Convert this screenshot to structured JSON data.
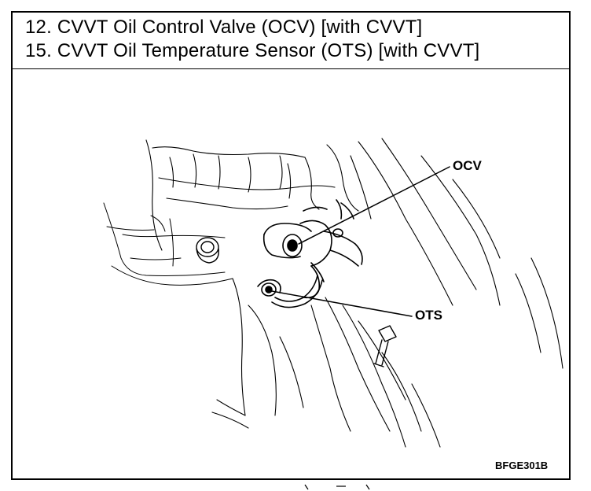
{
  "header": {
    "line_1": "12.  CVVT Oil Control Valve (OCV) [with CVVT]",
    "line_2": "15.  CVVT Oil Temperature Sensor (OTS) [with CVVT]"
  },
  "diagram": {
    "callout_ocv": "OCV",
    "callout_ots": "OTS",
    "figure_code": "BFGE301B"
  }
}
